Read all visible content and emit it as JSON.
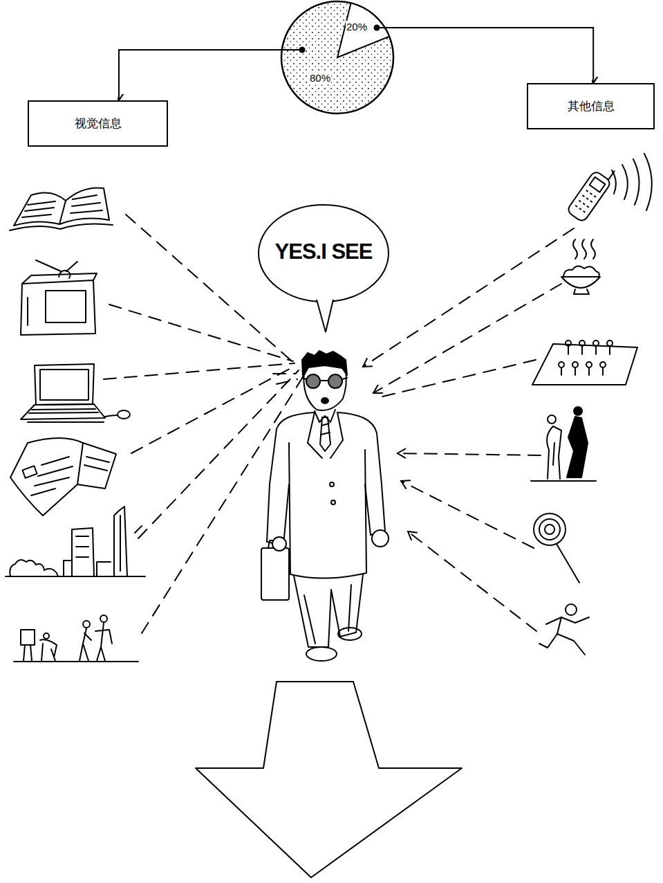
{
  "diagram": {
    "nodes": [
      {
        "text": [
          "20%",
          "80%"
        ]
      },
      {
        "text": [
          "视觉信息"
        ]
      },
      {
        "text": [
          "其他信息"
        ]
      },
      {
        "text": [
          "YES.I SEE"
        ]
      }
    ],
    "edges": [
      {
        "from": 0,
        "to": 1,
        "arrow": "to"
      },
      {
        "from": 0,
        "to": 2,
        "arrow": "to"
      }
    ]
  }
}
